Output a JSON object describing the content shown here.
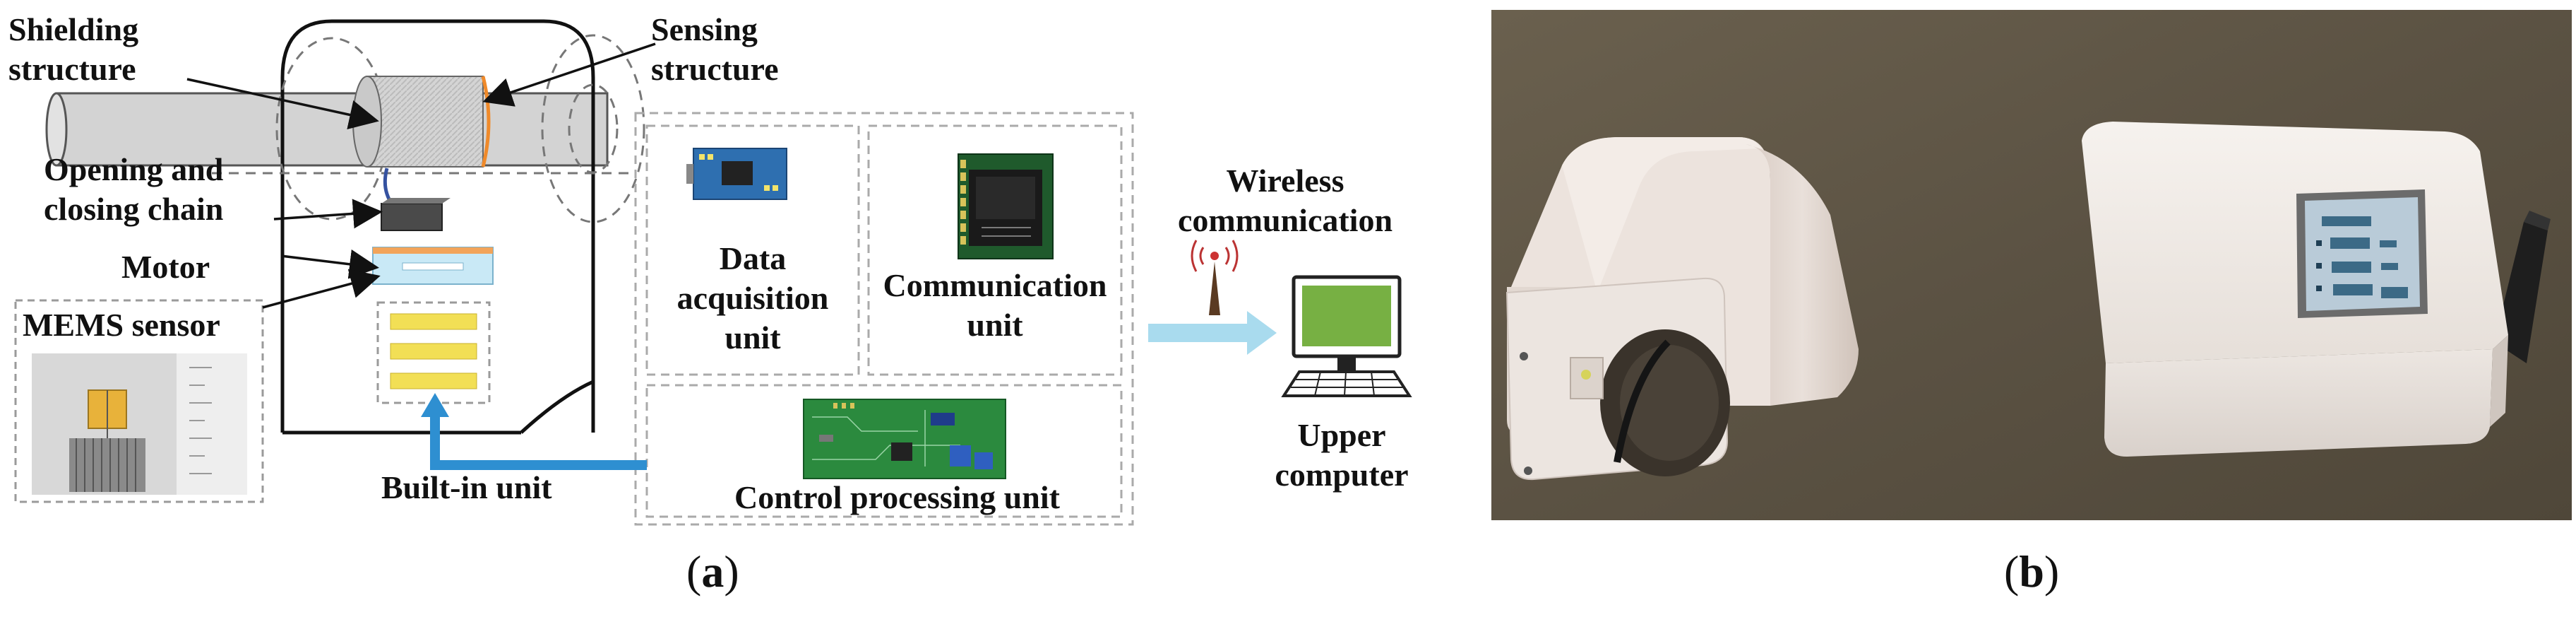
{
  "panel_a": {
    "caption_open": "(",
    "caption_letter": "a",
    "caption_close": ")",
    "labels": {
      "shielding_structure": "Shielding\nstructure",
      "sensing_structure": "Sensing\nstructure",
      "opening_closing_chain": "Opening and\nclosing chain",
      "motor": "Motor",
      "mems_sensor": "MEMS sensor",
      "built_in_unit": "Built-in unit",
      "data_acquisition_unit": "Data\nacquisition\nunit",
      "communication_unit": "Communication\nunit",
      "control_processing_unit": "Control processing unit",
      "wireless_communication": "Wireless\ncommunication",
      "upper_computer": "Upper\ncomputer"
    },
    "colors": {
      "arrow_blue": "#2e8fd1",
      "wireless_arrow": "#a9dbee",
      "pcb_green": "#2b8a3e",
      "monitor_screen": "#77b043",
      "electrode_yellow": "#f2df55",
      "dashed_gray": "#aaaaaa"
    }
  },
  "panel_b": {
    "caption_open": "(",
    "caption_letter": "b",
    "caption_close": ")",
    "colors": {
      "background": "#5e5444",
      "device_body": "#efe9e4",
      "screen": "#b9cbd8"
    }
  }
}
